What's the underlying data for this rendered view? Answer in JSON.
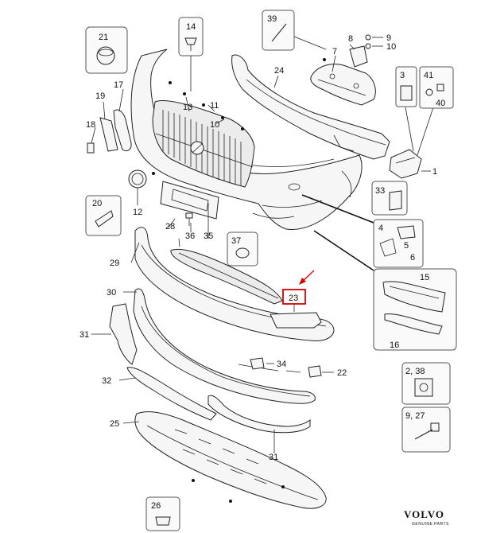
{
  "diagram": {
    "part_numbers": {
      "p1": "1",
      "p3": "3",
      "p4": "4",
      "p5": "5",
      "p6": "6",
      "p7": "7",
      "p8": "8",
      "p9": "9",
      "p10": "10",
      "p11": "11",
      "p12": "12",
      "p13": "13",
      "p14": "14",
      "p15": "15",
      "p16": "16",
      "p17": "17",
      "p18": "18",
      "p19": "19",
      "p20": "20",
      "p21": "21",
      "p2_38": "2, 38",
      "p9_27": "9, 27",
      "p22": "22",
      "p23": "23",
      "p24": "24",
      "p25": "25",
      "p26": "26",
      "p28": "28",
      "p29": "29",
      "p30": "30",
      "p31a": "31",
      "p31b": "31",
      "p32": "32",
      "p33": "33",
      "p34": "34",
      "p35": "35",
      "p36": "36",
      "p37": "37",
      "p39": "39",
      "p40": "40",
      "p41": "41"
    },
    "brand": {
      "name": "VOLVO",
      "tagline": "GENUINE PARTS"
    },
    "highlight": {
      "part": "23",
      "color": "#d40000"
    }
  }
}
